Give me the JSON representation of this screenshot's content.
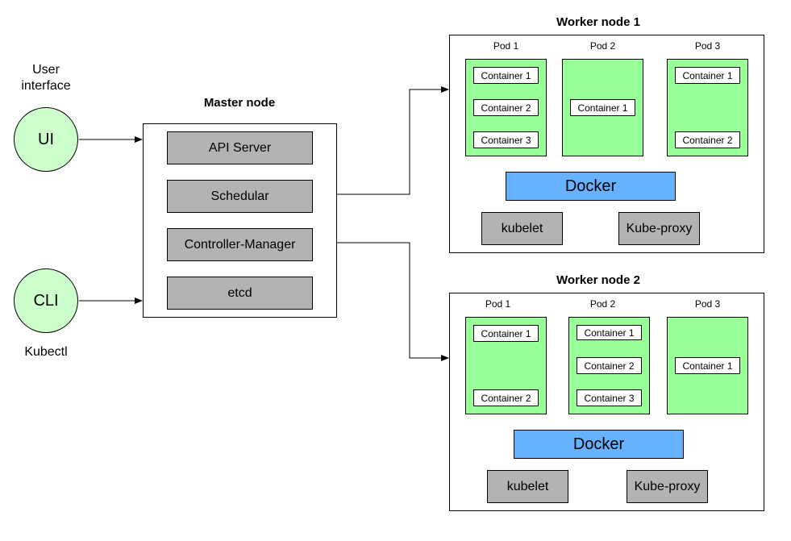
{
  "clients": {
    "ui": {
      "circle_label": "UI",
      "caption_line1": "User",
      "caption_line2": "interface"
    },
    "cli": {
      "circle_label": "CLI",
      "caption": "Kubectl"
    }
  },
  "master": {
    "title": "Master node",
    "components": [
      "API Server",
      "Schedular",
      "Controller-Manager",
      "etcd"
    ]
  },
  "workers": [
    {
      "title": "Worker node 1",
      "pods": [
        {
          "title": "Pod 1",
          "containers": [
            "Container 1",
            "Container 2",
            "Container 3"
          ]
        },
        {
          "title": "Pod 2",
          "containers": [
            "Container 1"
          ]
        },
        {
          "title": "Pod 3",
          "containers": [
            "Container 1",
            "Container 2"
          ]
        }
      ],
      "docker": "Docker",
      "kubelet": "kubelet",
      "kube_proxy": "Kube-proxy"
    },
    {
      "title": "Worker node 2",
      "pods": [
        {
          "title": "Pod 1",
          "containers": [
            "Container 1",
            "Container 2"
          ]
        },
        {
          "title": "Pod 2",
          "containers": [
            "Container 1",
            "Container 2",
            "Container 3"
          ]
        },
        {
          "title": "Pod 3",
          "containers": [
            "Container 1"
          ]
        }
      ],
      "docker": "Docker",
      "kubelet": "kubelet",
      "kube_proxy": "Kube-proxy"
    }
  ],
  "colors": {
    "client_fill": "#ccffcc",
    "component_fill": "#b3b3b3",
    "pod_fill": "#99ff99",
    "docker_fill": "#66b2ff"
  }
}
